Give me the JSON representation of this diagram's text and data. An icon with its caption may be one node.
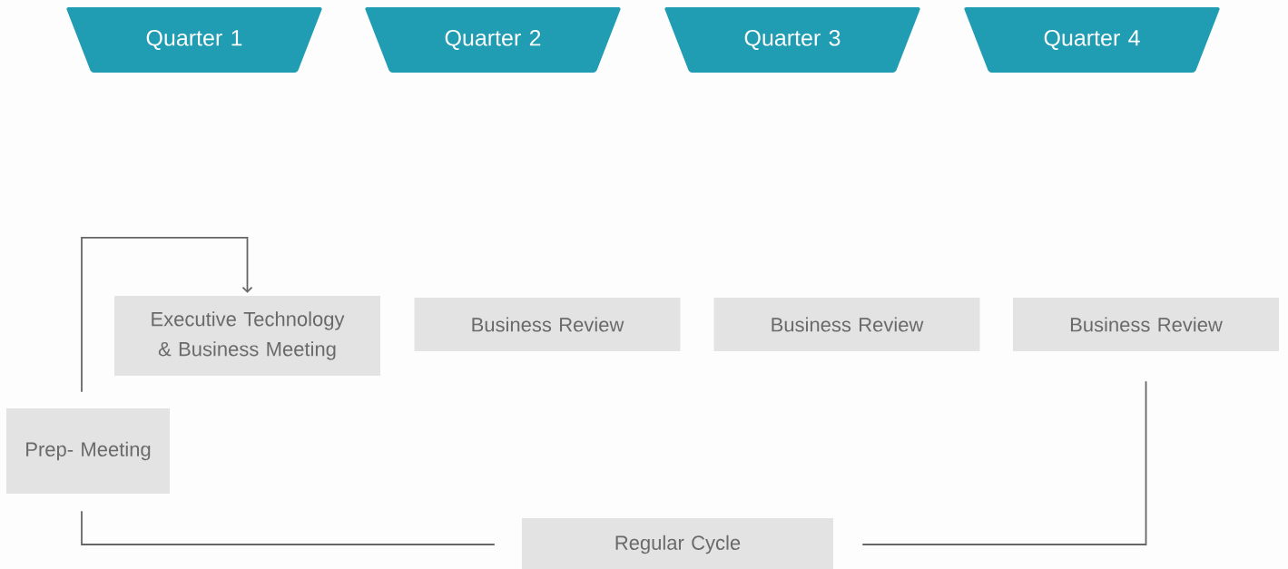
{
  "diagram": {
    "nodes": [
      {
        "text": [
          "Quarter 1"
        ]
      },
      {
        "text": [
          "Quarter 2"
        ]
      },
      {
        "text": [
          "Quarter 3"
        ]
      },
      {
        "text": [
          "Quarter 4"
        ]
      },
      {
        "text": [
          "Executive Technology & Business Meeting"
        ]
      },
      {
        "text": [
          "Business Review"
        ]
      },
      {
        "text": [
          "Business Review"
        ]
      },
      {
        "text": [
          "Business Review"
        ]
      },
      {
        "text": [
          "Prep- Meeting"
        ]
      },
      {
        "text": [
          "Regular Cycle"
        ]
      }
    ],
    "edges": [
      {
        "from": 8,
        "to": 4,
        "arrow": "to"
      },
      {
        "from": 7,
        "to": 9,
        "arrow": "none"
      },
      {
        "from": 9,
        "to": 8,
        "arrow": "none"
      }
    ]
  }
}
